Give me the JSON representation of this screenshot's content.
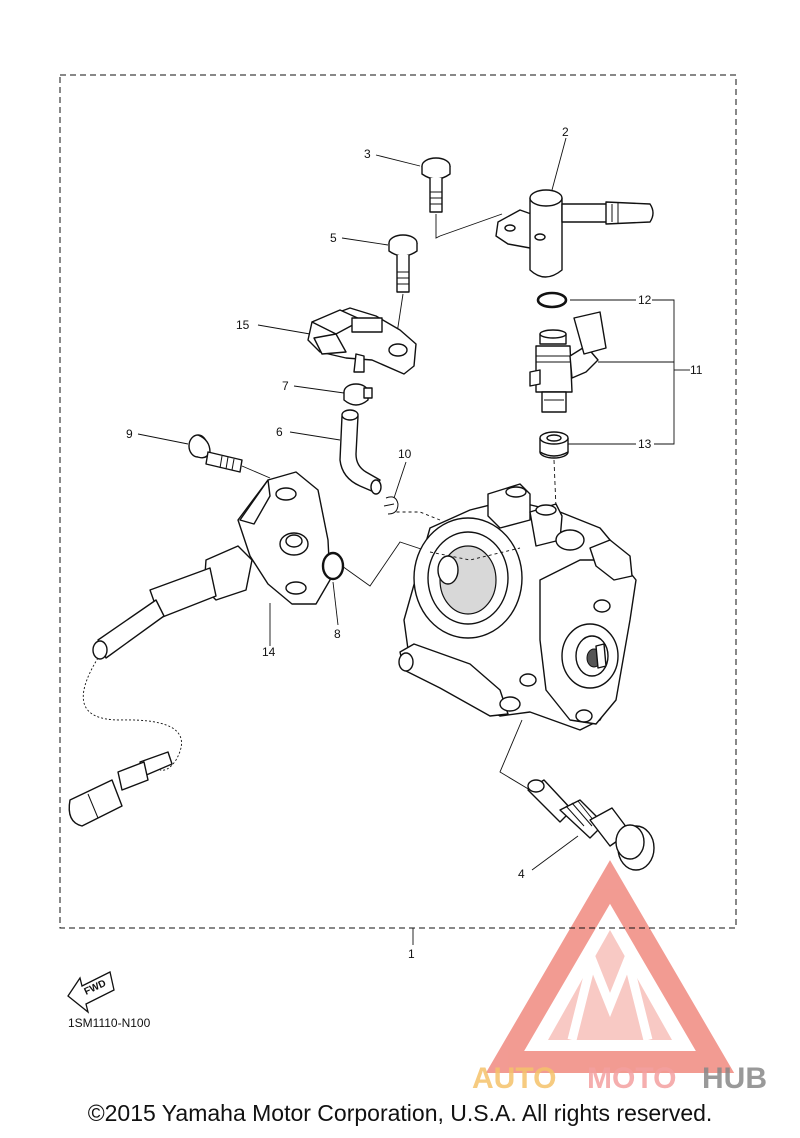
{
  "diagram": {
    "code": "1SM1110-N100",
    "fwd_label": "FWD",
    "callouts": {
      "c1": "1",
      "c2": "2",
      "c3": "3",
      "c4": "4",
      "c5": "5",
      "c6": "6",
      "c7": "7",
      "c8": "8",
      "c9": "9",
      "c10": "10",
      "c11": "11",
      "c12": "12",
      "c13": "13",
      "c14": "14",
      "c15": "15"
    }
  },
  "watermark": {
    "brand_part1": "AUTO",
    "brand_part2": "MOTO",
    "brand_part3": "HUB",
    "colors": {
      "triangle": "#f08a80",
      "auto": "#f5c26b",
      "moto": "#f4a0a0",
      "hub": "#888888"
    }
  },
  "footer": {
    "copyright": "©2015 Yamaha Motor Corporation, U.S.A. All rights reserved."
  }
}
